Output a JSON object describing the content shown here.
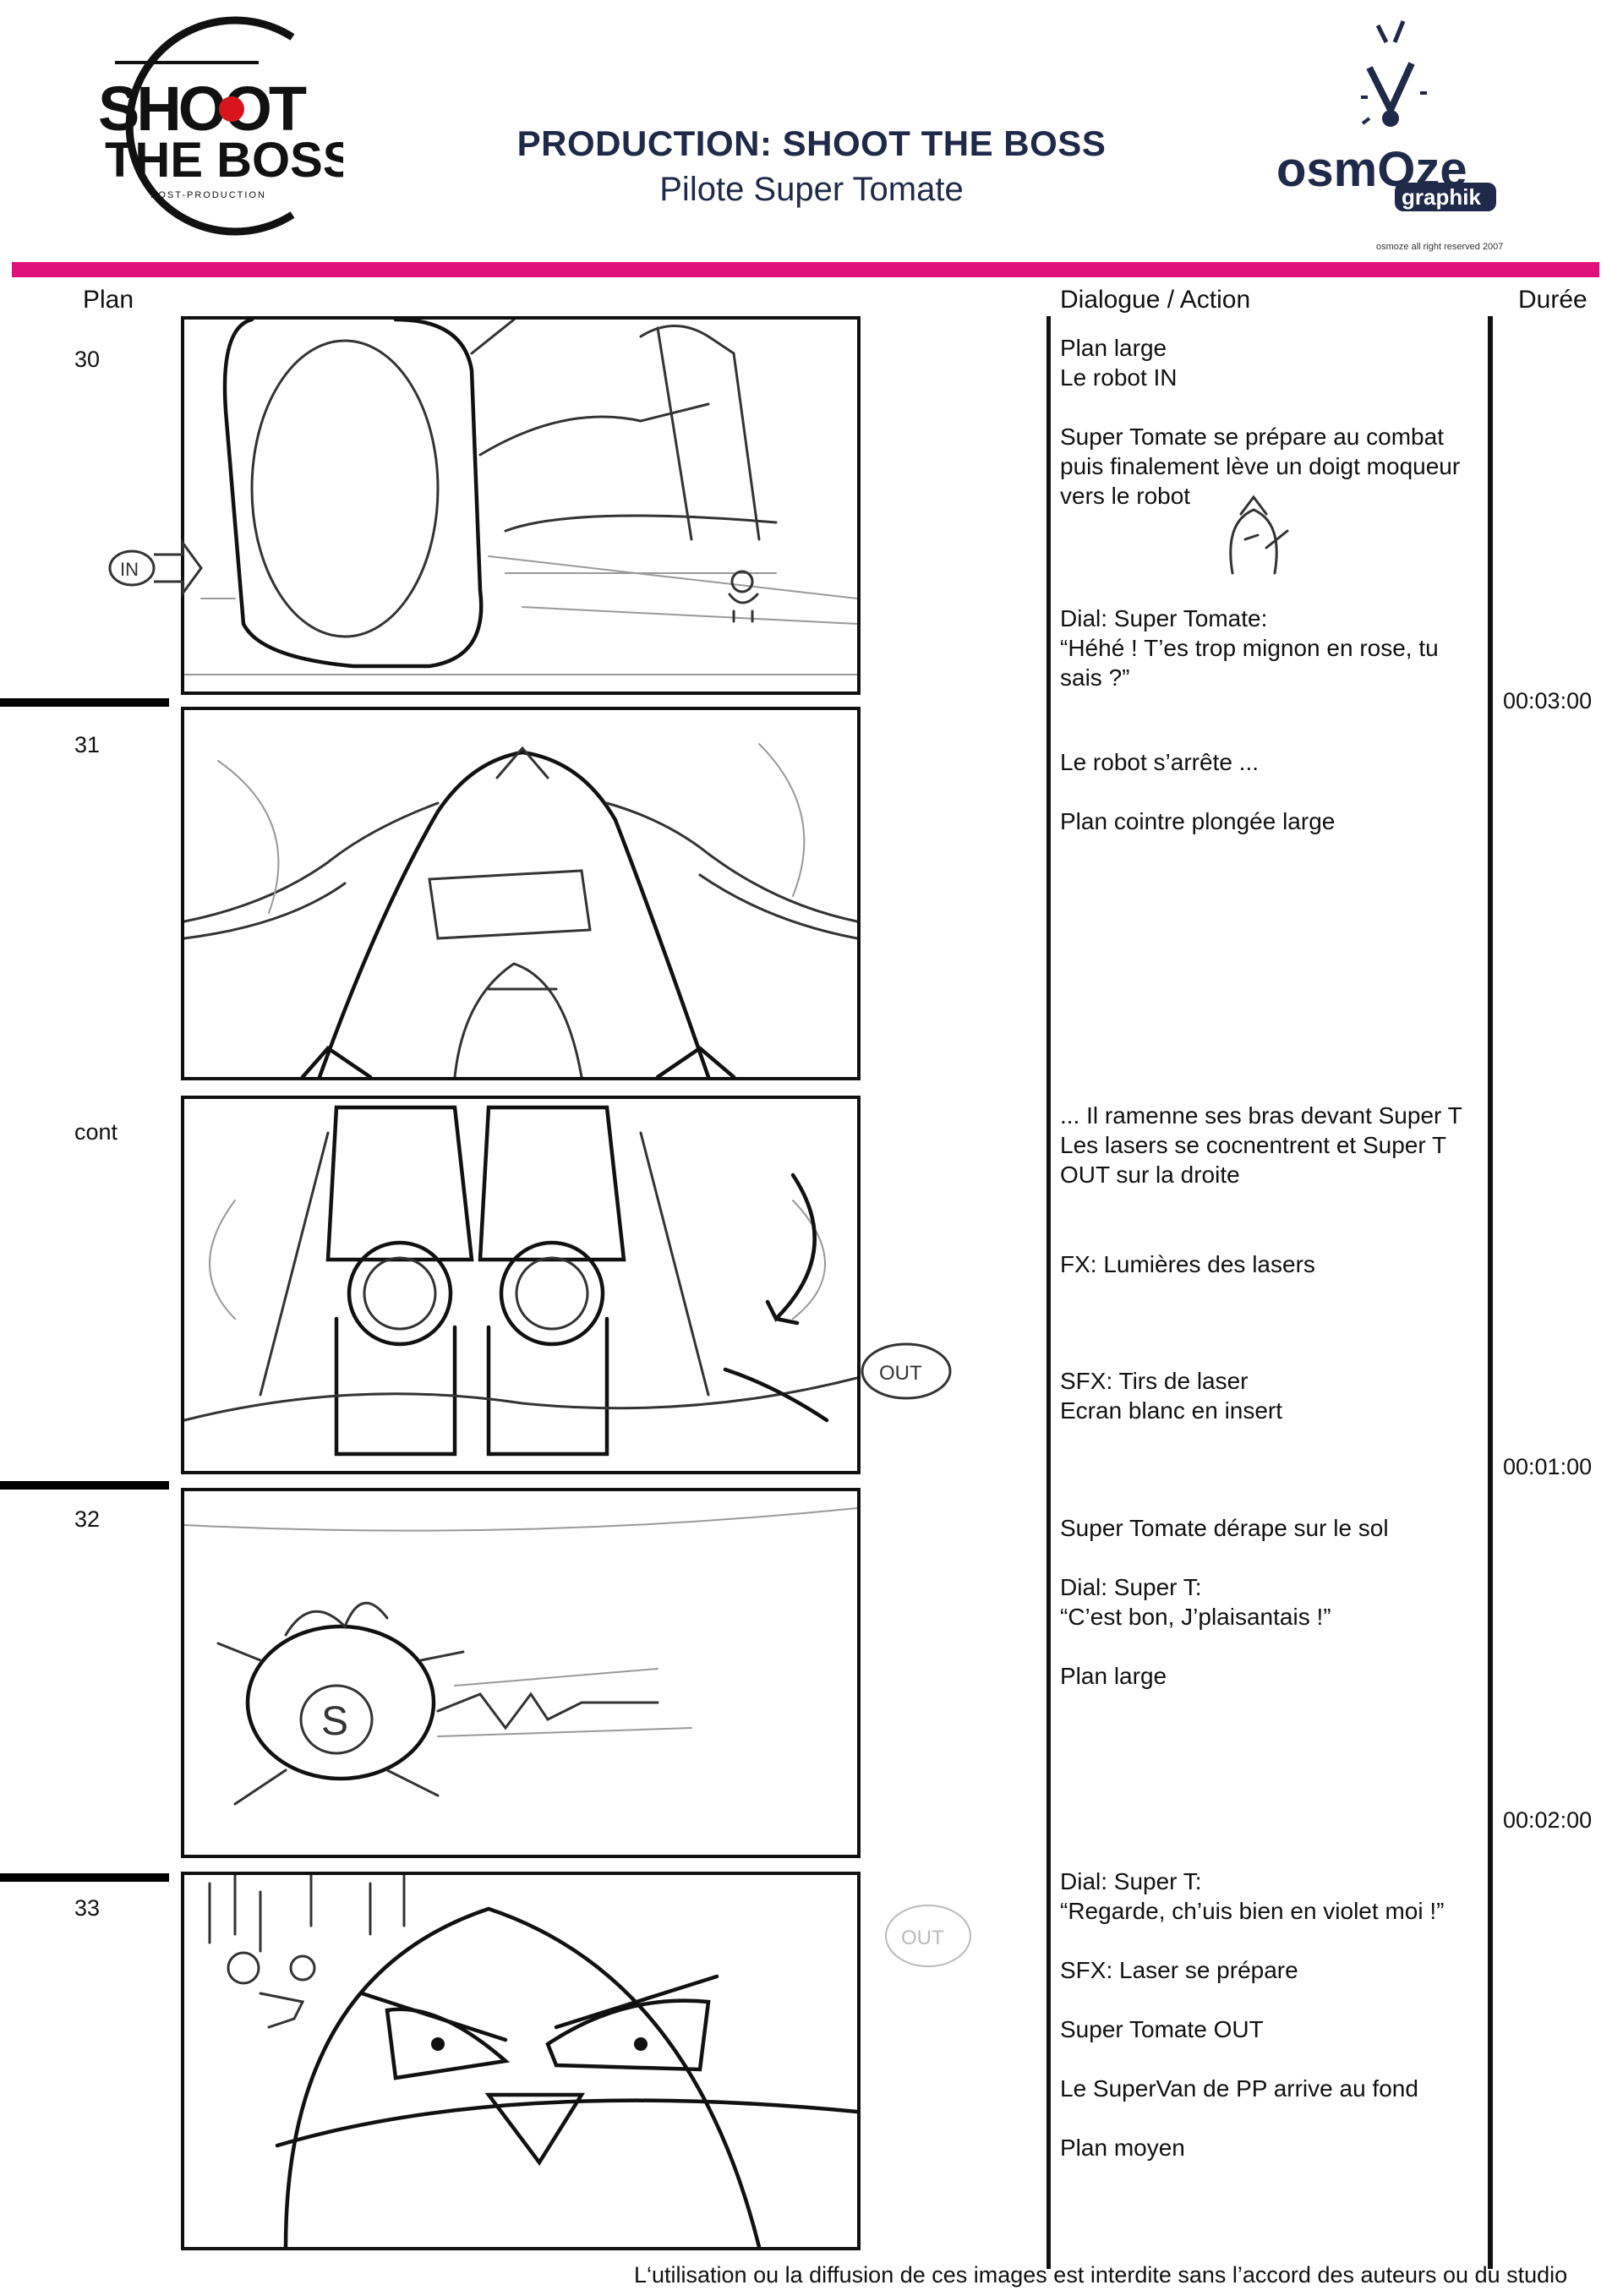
{
  "header": {
    "title": "PRODUCTION: SHOOT THE BOSS",
    "subtitle": "Pilote Super Tomate",
    "copyright": "osmoze all right reserved 2007"
  },
  "logos": {
    "left": {
      "line1": "SHOOT",
      "line2": "THE BOSS",
      "tagline": "POST-PRODUCTION"
    },
    "right": {
      "line1": "osmOze",
      "line2": "graphik"
    }
  },
  "columns": {
    "plan": "Plan",
    "dialogue": "Dialogue",
    "action": "/ Action",
    "duree": "Durée"
  },
  "plans": [
    "30",
    "31",
    "cont",
    "32",
    "33"
  ],
  "dialogues": {
    "p30": [
      "Plan large",
      "Le robot IN",
      "",
      "Super Tomate se prépare au combat",
      "puis finalement lève un doigt moqueur",
      "vers le robot"
    ],
    "p30b": [
      "Dial: Super Tomate:",
      "“Héhé ! T’es trop mignon en rose, tu",
      "sais ?”"
    ],
    "p31": [
      "Le robot s’arrête ...",
      "",
      "Plan cointre plongée large"
    ],
    "cont": [
      "... Il ramenne ses bras devant Super T",
      "Les lasers se cocnentrent et Super T",
      "OUT sur la droite"
    ],
    "fx": "FX: Lumières des lasers",
    "sfx": [
      "SFX:  Tirs de laser",
      "Ecran blanc en insert"
    ],
    "p32": [
      "Super Tomate dérape sur le sol",
      "",
      "Dial: Super T:",
      "“C’est bon, J’plaisantais !”",
      "",
      "Plan large"
    ],
    "p33": [
      "Dial: Super T:",
      "“Regarde, ch’uis bien en violet moi !”",
      "",
      "SFX: Laser se prépare",
      "",
      "Super Tomate OUT",
      "",
      "Le SuperVan de PP arrive au fond",
      "",
      "Plan moyen"
    ]
  },
  "durations": [
    "00:03:00",
    "00:01:00",
    "00:02:00"
  ],
  "sketch_labels": {
    "in": "IN",
    "out": "OUT",
    "s": "S"
  },
  "footer": "L‘utilisation ou la diffusion de ces images est interdite sans l’accord des auteurs ou du studio",
  "colors": {
    "accent_bar": "#e0107a",
    "title": "#1f2a4a"
  }
}
